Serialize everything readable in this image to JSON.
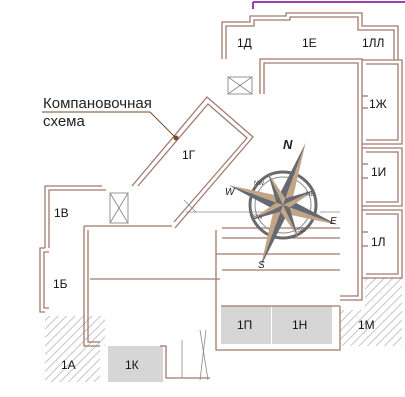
{
  "callout": {
    "line1": "Компановочная",
    "line2": "схема"
  },
  "units": {
    "d": "1Д",
    "e": "1Е",
    "ll": "1ЛЛ",
    "zh": "1Ж",
    "i": "1И",
    "l": "1Л",
    "m": "1М",
    "n": "1Н",
    "p": "1П",
    "k": "1К",
    "a": "1А",
    "b": "1Б",
    "v": "1В",
    "g": "1Г"
  },
  "compass": {
    "n": "N",
    "s": "S",
    "e": "E",
    "w": "W",
    "nw": "NW",
    "ne": "NE",
    "se": "SE",
    "sw": "SW"
  },
  "colors": {
    "wall": "#a07a6e",
    "accent_bar": "#9b3fb5",
    "shaded_unit": "#d6d6d6",
    "hatch": "#c8c8c8",
    "compass_dark": "#666a70",
    "compass_tan": "#c2a487",
    "callout_dot": "#7a4a2a"
  }
}
